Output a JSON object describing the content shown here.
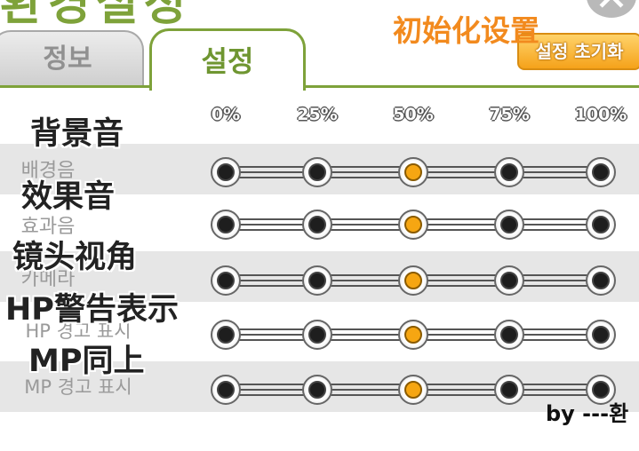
{
  "header": {
    "title": "환경설정",
    "close_symbol": "✕"
  },
  "tabs": [
    {
      "label": "정보"
    },
    {
      "label": "설정"
    }
  ],
  "reset_button_label": "설정 초기화",
  "overlay_reset_cn": "初始化设置",
  "percent_labels": [
    "0%",
    "25%",
    "50%",
    "75%",
    "100%"
  ],
  "rows": [
    {
      "label": "배경음",
      "cn": "背景音",
      "value": "50%"
    },
    {
      "label": "효과음",
      "cn": "效果音",
      "value": "50%"
    },
    {
      "label": "카메라",
      "cn": "镜头视角",
      "value": "50%"
    },
    {
      "label": "HP 경고 표시",
      "cn": "HP警告表示",
      "value": "50%"
    },
    {
      "label": "MP 경고 표시",
      "cn": "MP同上",
      "value": "50%"
    }
  ],
  "footer_credit": "by ---환",
  "colors": {
    "accent_green": "#7ea23a",
    "reset_orange": "#f5a21a",
    "active_knob": "#f6a612",
    "band_gray": "#e6e6e6"
  }
}
